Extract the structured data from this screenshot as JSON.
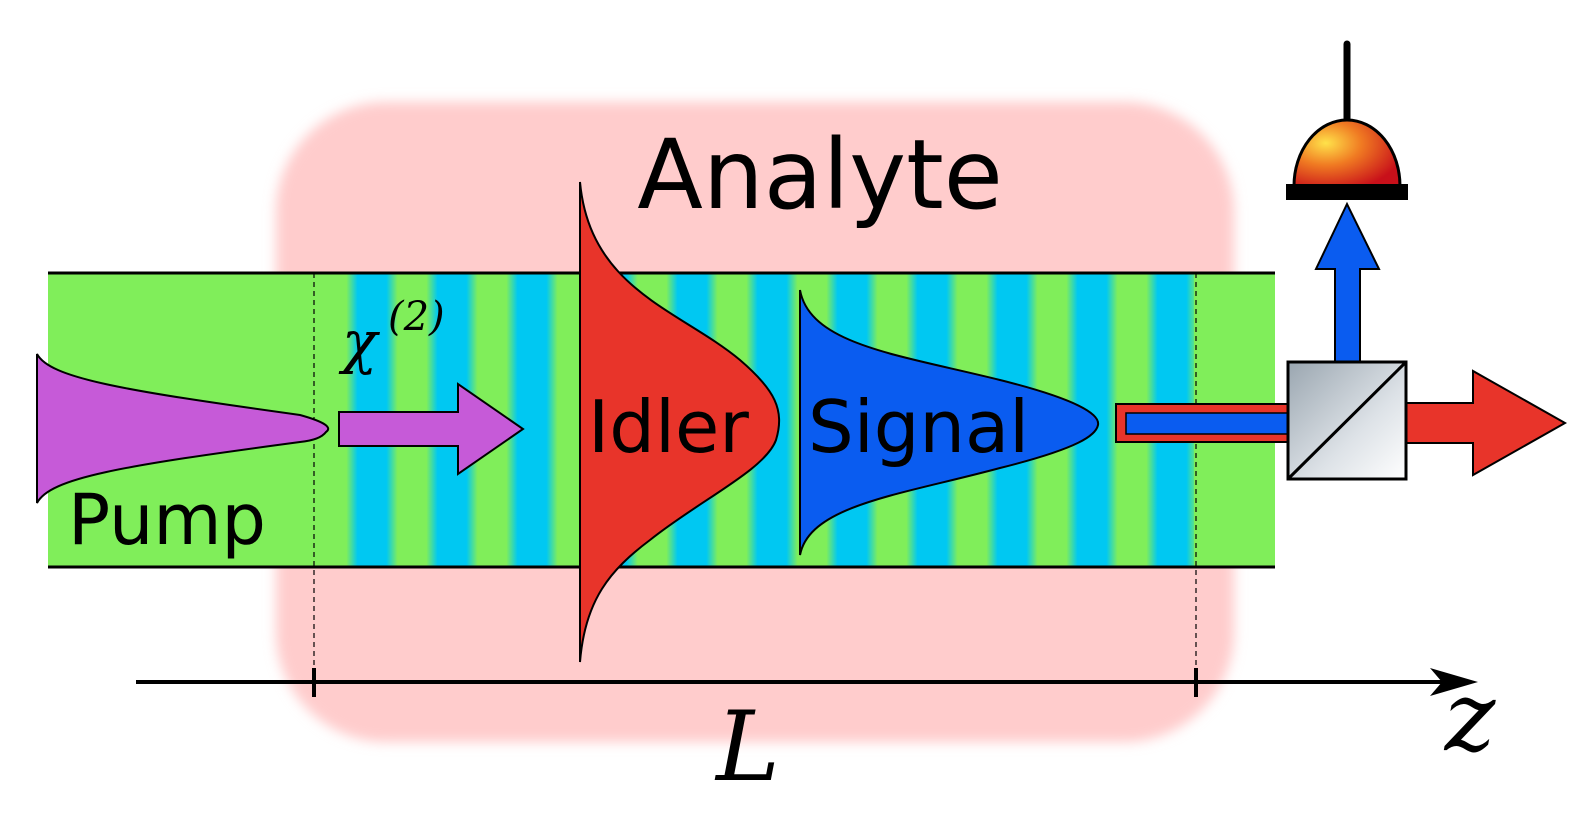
{
  "labels": {
    "analyte": "Analyte",
    "pump": "Pump",
    "idler": "Idler",
    "signal": "Signal",
    "chi_base": "χ",
    "chi_sup": "(2)",
    "length": "L",
    "axis": "z"
  },
  "colors": {
    "analyte_bg": "#ffcccc",
    "waveguide_green": "#80ee5a",
    "waveguide_cyan": "#00c8f2",
    "pump": "#c65ad8",
    "idler": "#e8342a",
    "signal": "#0a5cf0",
    "detector_dome": "#e04a1c",
    "beamsplitter": "#d0d6dc"
  },
  "icons": {
    "detector": "photodetector-icon",
    "beamsplitter": "beamsplitter-cube-icon"
  }
}
